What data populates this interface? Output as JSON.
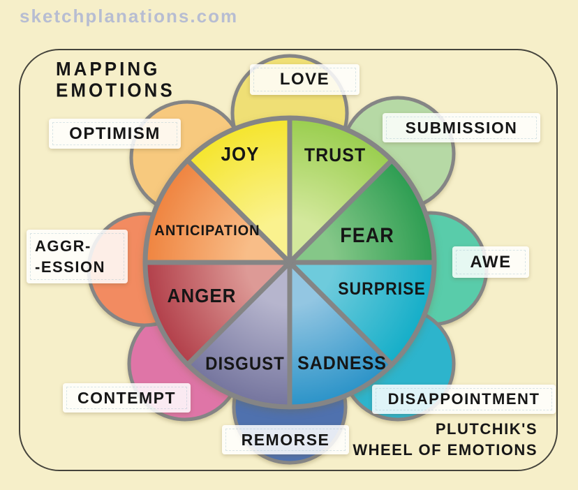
{
  "watermark": "sketchplanations.com",
  "title": {
    "lines": [
      "MAPPING",
      "EMOTIONS"
    ]
  },
  "caption": {
    "lines": [
      "PLUTCHIK'S",
      "WHEEL OF EMOTIONS"
    ]
  },
  "colors": {
    "background": "#f6efc9",
    "watermark": "#b7bdd2",
    "frame_border": "#45443c",
    "ink": "#161616",
    "wheel_outline": "#858585",
    "label_box_bg": "rgba(255,255,255,0.85)"
  },
  "wheel": {
    "segments": [
      {
        "id": "trust",
        "label": "TRUST",
        "inner": "#d3e89c",
        "outer": "#9ace4f"
      },
      {
        "id": "fear",
        "label": "FEAR",
        "inner": "#85c788",
        "outer": "#2d9d52"
      },
      {
        "id": "surprise",
        "label": "SURPRISE",
        "inner": "#6ecbdc",
        "outer": "#14aec8"
      },
      {
        "id": "sadness",
        "label": "SADNESS",
        "inner": "#93c6e2",
        "outer": "#2b93c8"
      },
      {
        "id": "disgust",
        "label": "DISGUST",
        "inner": "#b6b5cd",
        "outer": "#75759e"
      },
      {
        "id": "anger",
        "label": "ANGER",
        "inner": "#dd9a96",
        "outer": "#b23f4a"
      },
      {
        "id": "anticipation",
        "label": "ANTICIPATION",
        "inner": "#f8bd88",
        "outer": "#ef8440"
      },
      {
        "id": "joy",
        "label": "JOY",
        "inner": "#faf28e",
        "outer": "#f5e52e"
      }
    ],
    "petals": [
      {
        "id": "love",
        "label": "LOVE",
        "color": "#efdf75"
      },
      {
        "id": "submission",
        "label": "SUBMISSION",
        "color": "#b6d9a5"
      },
      {
        "id": "awe",
        "label": "AWE",
        "color": "#59ccaa"
      },
      {
        "id": "disappointment",
        "label": "DISAPPOINTMENT",
        "color": "#2db4cc"
      },
      {
        "id": "remorse",
        "label": "REMORSE",
        "color": "#4f71ae"
      },
      {
        "id": "contempt",
        "label": "CONTEMPT",
        "color": "#df75a7"
      },
      {
        "id": "aggression",
        "label_lines": [
          "AGGR-",
          "-ESSION"
        ],
        "color": "#f28b61"
      },
      {
        "id": "optimism",
        "label": "OPTIMISM",
        "color": "#f7c97e"
      }
    ]
  }
}
